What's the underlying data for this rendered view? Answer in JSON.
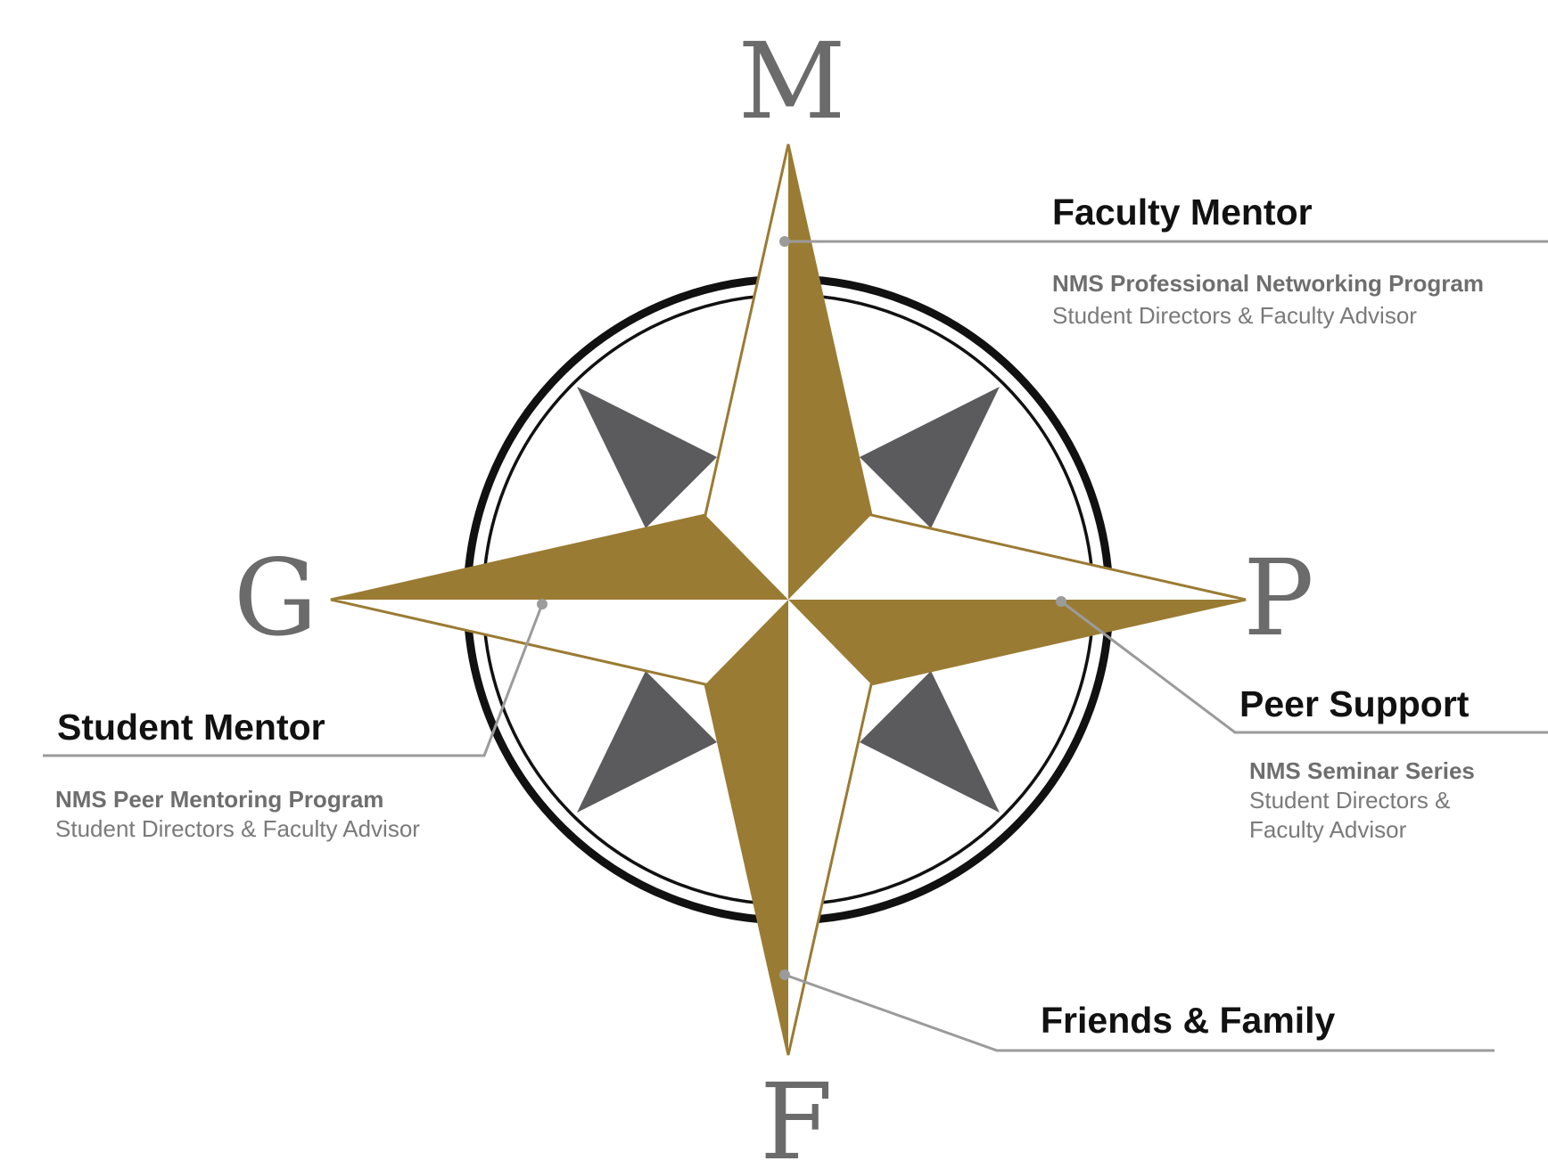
{
  "compass": {
    "letters": {
      "north": "M",
      "west": "G",
      "east": "P",
      "south": "F"
    },
    "colors": {
      "gold": "#9a7b33",
      "dark_gray": "#5b5b5d",
      "ring": "#111111",
      "leader_line": "#9b9b9b"
    }
  },
  "callouts": {
    "faculty_mentor": {
      "title": "Faculty Mentor",
      "program": "NMS Professional Networking Program",
      "sub": "Student Directors & Faculty Advisor"
    },
    "student_mentor": {
      "title": "Student Mentor",
      "program": "NMS Peer Mentoring Program",
      "sub": "Student Directors & Faculty Advisor"
    },
    "peer_support": {
      "title": "Peer Support",
      "program": "NMS Seminar Series",
      "sub_line1": "Student Directors &",
      "sub_line2": "Faculty Advisor"
    },
    "friends_family": {
      "title": "Friends & Family"
    }
  }
}
